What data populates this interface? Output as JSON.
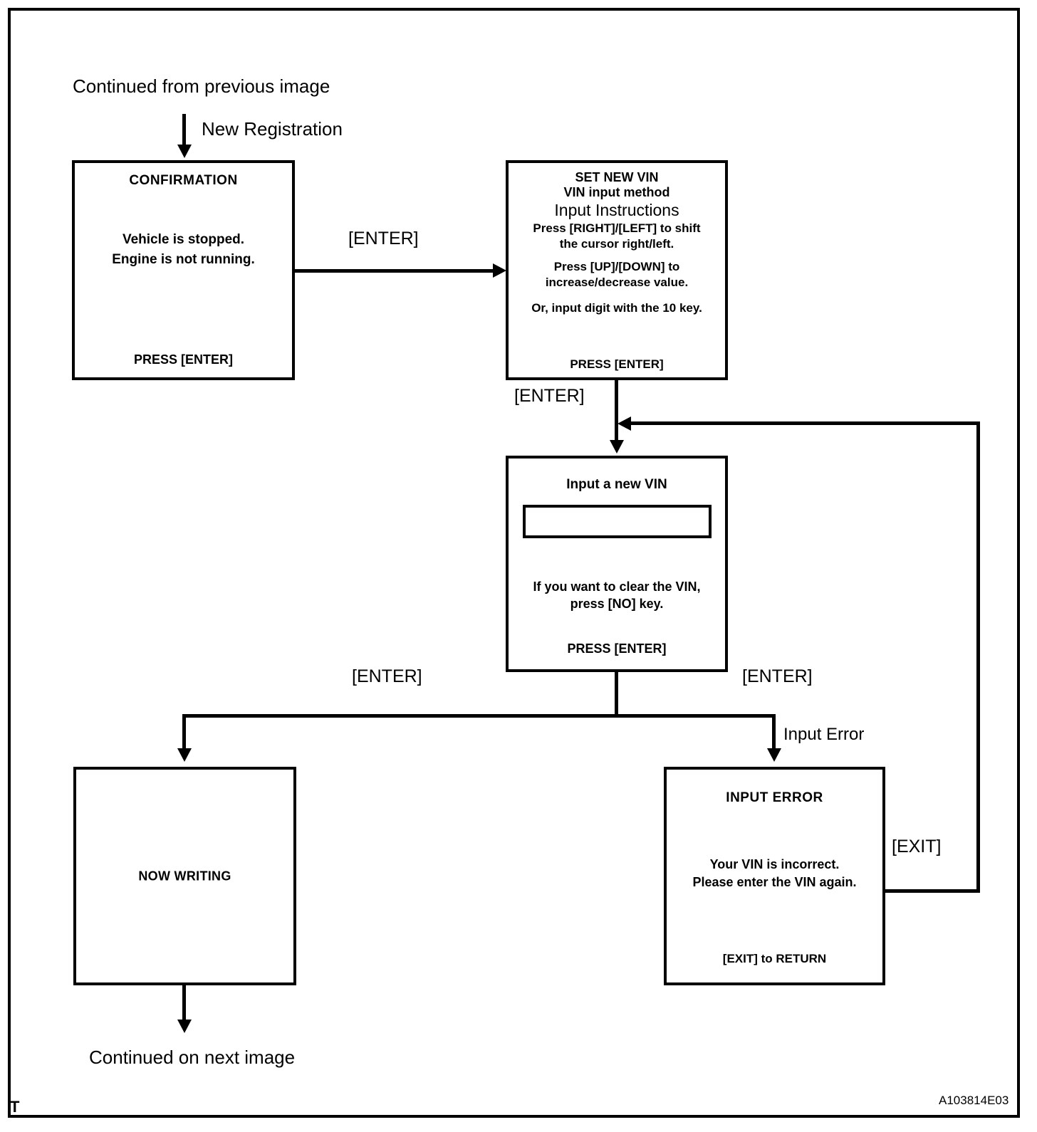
{
  "page": {
    "corner_mark": "T",
    "doc_code": "A103814E03"
  },
  "labels": {
    "continued_previous": "Continued from previous image",
    "new_registration": "New Registration",
    "enter_1": "[ENTER]",
    "enter_2": "[ENTER]",
    "enter_3": "[ENTER]",
    "enter_4": "[ENTER]",
    "input_error": "Input Error",
    "exit": "[EXIT]",
    "continued_next": "Continued on next image"
  },
  "screens": {
    "confirmation": {
      "title": "CONFIRMATION",
      "body_line1": "Vehicle is stopped.",
      "body_line2": "Engine is not running.",
      "footer": "PRESS [ENTER]"
    },
    "set_new_vin": {
      "title": "SET NEW VIN",
      "subtitle": "VIN input method",
      "section": "Input Instructions",
      "instr1_line1": "Press [RIGHT]/[LEFT] to shift",
      "instr1_line2": "the cursor right/left.",
      "instr2_line1": "Press [UP]/[DOWN]  to",
      "instr2_line2": "increase/decrease value.",
      "instr3": "Or, input digit with the 10 key.",
      "footer": "PRESS [ENTER]"
    },
    "input_a_new_vin": {
      "title": "Input a new VIN",
      "field_value": "",
      "hint_line1": "If you want to clear the VIN,",
      "hint_line2": "press [NO] key.",
      "footer": "PRESS [ENTER]"
    },
    "now_writing": {
      "label": "NOW WRITING"
    },
    "input_error": {
      "title": "INPUT  ERROR",
      "body_line1": "Your VIN is incorrect.",
      "body_line2": "Please enter the VIN again.",
      "footer": "[EXIT] to RETURN"
    }
  },
  "colors": {
    "ink": "#000000",
    "paper": "#ffffff"
  }
}
